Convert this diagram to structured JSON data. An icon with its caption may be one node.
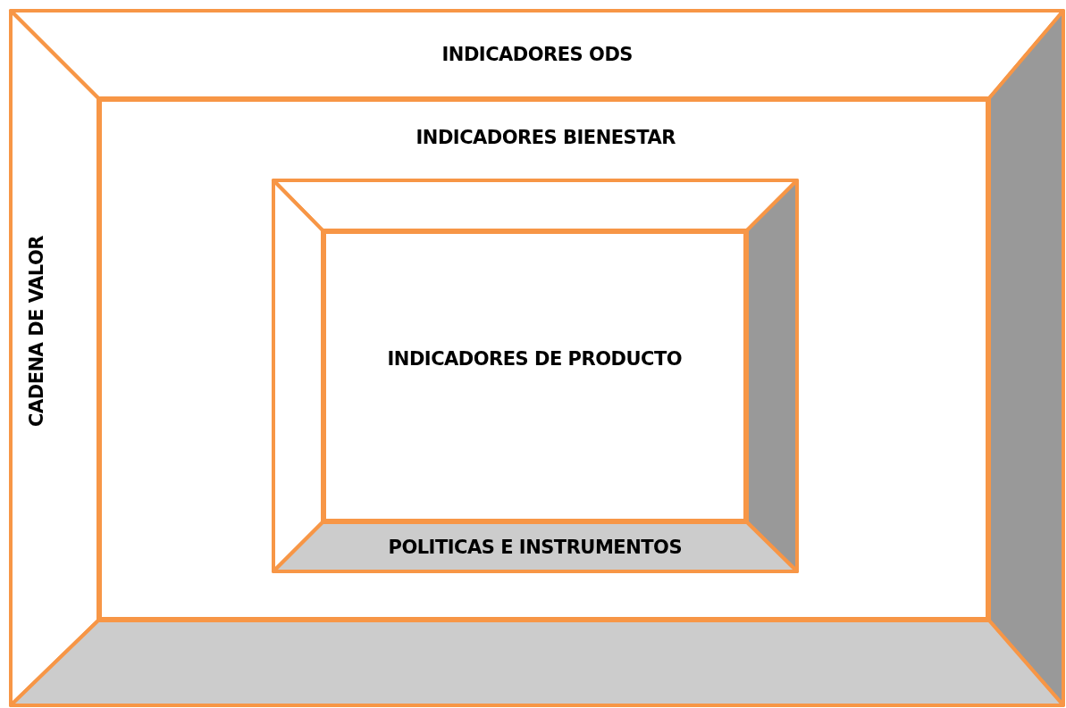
{
  "diagram": {
    "nodes": [
      {
        "text": [
          "INDICADORES ODS",
          "CADENA DE VALOR"
        ]
      },
      {
        "text": [
          "INDICADORES BIENESTAR"
        ],
        "in": 0
      },
      {
        "text": [
          "POLITICAS E INSTRUMENTOS"
        ],
        "in": 1
      },
      {
        "text": [
          "INDICADORES DE PRODUCTO"
        ],
        "in": 2
      }
    ]
  }
}
